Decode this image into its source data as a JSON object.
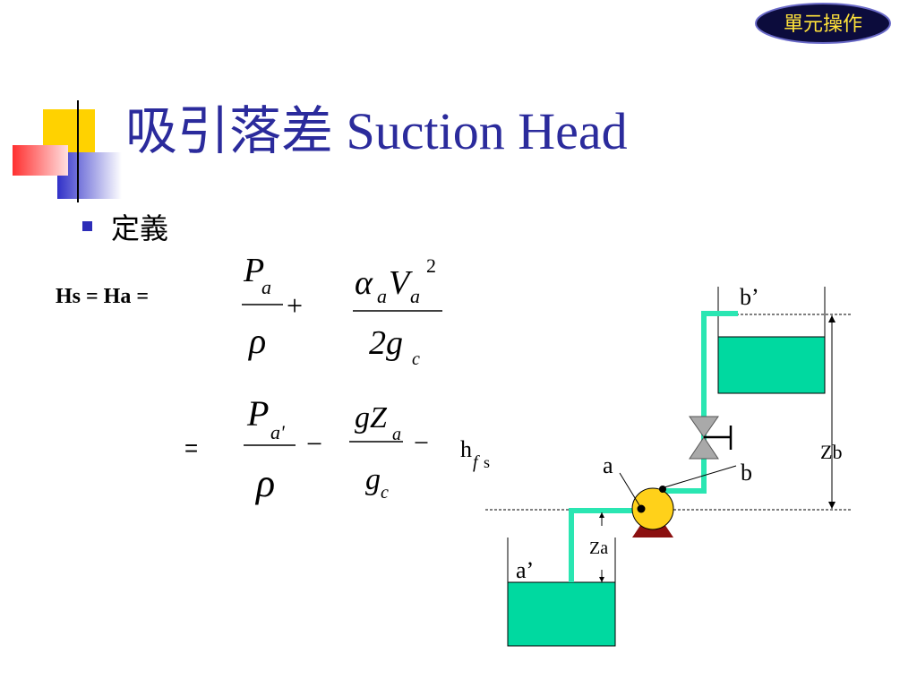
{
  "badge": {
    "text": "單元操作"
  },
  "slide": {
    "title": "吸引落差 Suction Head",
    "bullet": "定義"
  },
  "equation": {
    "lhs": "Hs = Ha =",
    "eq2": "=",
    "t1_num": "P",
    "t1_num_sub": "a",
    "t1_den": "ρ",
    "plus": "+",
    "t2_num_alpha": "α",
    "t2_num_alpha_sub": "a",
    "t2_num_v": "V",
    "t2_num_v_sub": "a",
    "t2_num_sup": "2",
    "t2_den": "2g",
    "t2_den_sub": "c",
    "t3_num": "P",
    "t3_num_sub": "a'",
    "t3_den": "ρ",
    "minus1": "−",
    "t4_num": "gZ",
    "t4_num_sub": "a",
    "t4_den": "g",
    "t4_den_sub": "c",
    "minus2": "−",
    "hfs_h": "h",
    "hfs_f": "f",
    "hfs_s": "s"
  },
  "diagram": {
    "label_b_prime": "b’",
    "label_a": "a",
    "label_b": "b",
    "label_zb": "Zb",
    "label_za": "Za",
    "label_a_prime": "a’",
    "tank_color": "#00d9a0",
    "pipe_color": "#2ae6b2",
    "pump_color": "#ffd11a",
    "pump_base_color": "#8b1010"
  }
}
